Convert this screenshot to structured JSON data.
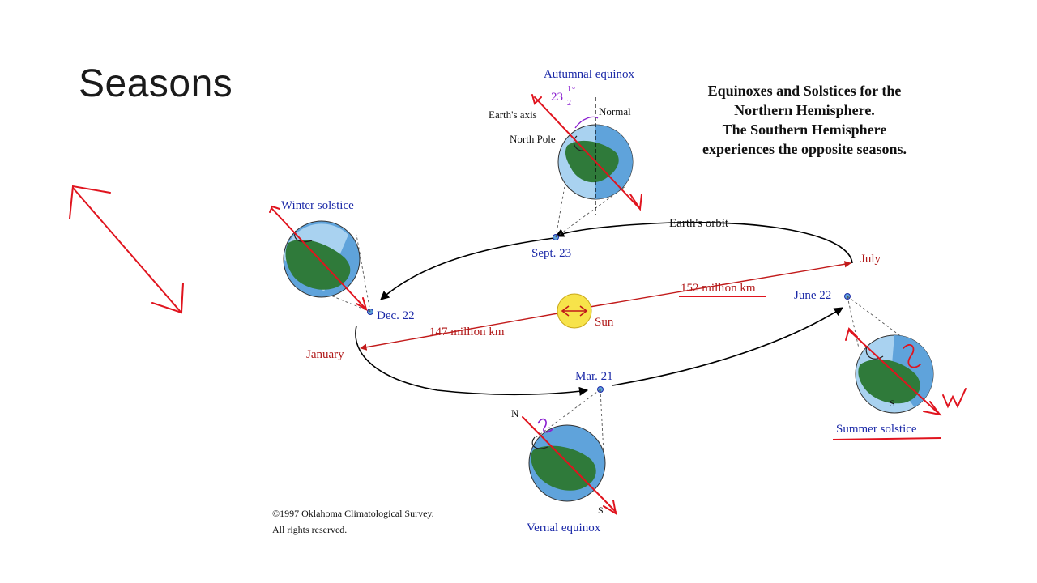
{
  "slide": {
    "title": "Seasons"
  },
  "caption": {
    "lines": [
      "Equinoxes and Solstices for the",
      "Northern Hemisphere.",
      "The Southern Hemisphere",
      "experiences the opposite seasons."
    ]
  },
  "labels": {
    "autumnal_equinox": "Autumnal equinox",
    "angle_whole": "23",
    "angle_num": "1",
    "angle_den": "2",
    "angle_deg": "°",
    "earths_axis": "Earth's axis",
    "normal": "Normal",
    "north_pole": "North Pole",
    "winter_solstice": "Winter solstice",
    "earths_orbit": "Earth's orbit",
    "sept23": "Sept. 23",
    "dec22": "Dec. 22",
    "january": "January",
    "dist_147": "147 million km",
    "dist_152": "152 million km",
    "july": "July",
    "june22": "June 22",
    "sun": "Sun",
    "mar21": "Mar. 21",
    "n": "N",
    "s": "S",
    "vernal_equinox": "Vernal equinox",
    "summer_solstice": "Summer solstice",
    "copyright_1": "©1997 Oklahoma Climatological Survey.",
    "copyright_2": "All rights reserved.",
    "handwritten_w": "W"
  },
  "colors": {
    "navy": "#1c2aa8",
    "red_label": "#b01818",
    "annotation_red": "#e0141e",
    "ocean": "#5fa3db",
    "ocean_light": "#a9d2f0",
    "land": "#2f7a3a",
    "sun": "#f7e34a",
    "purple": "#8a1fd0"
  }
}
